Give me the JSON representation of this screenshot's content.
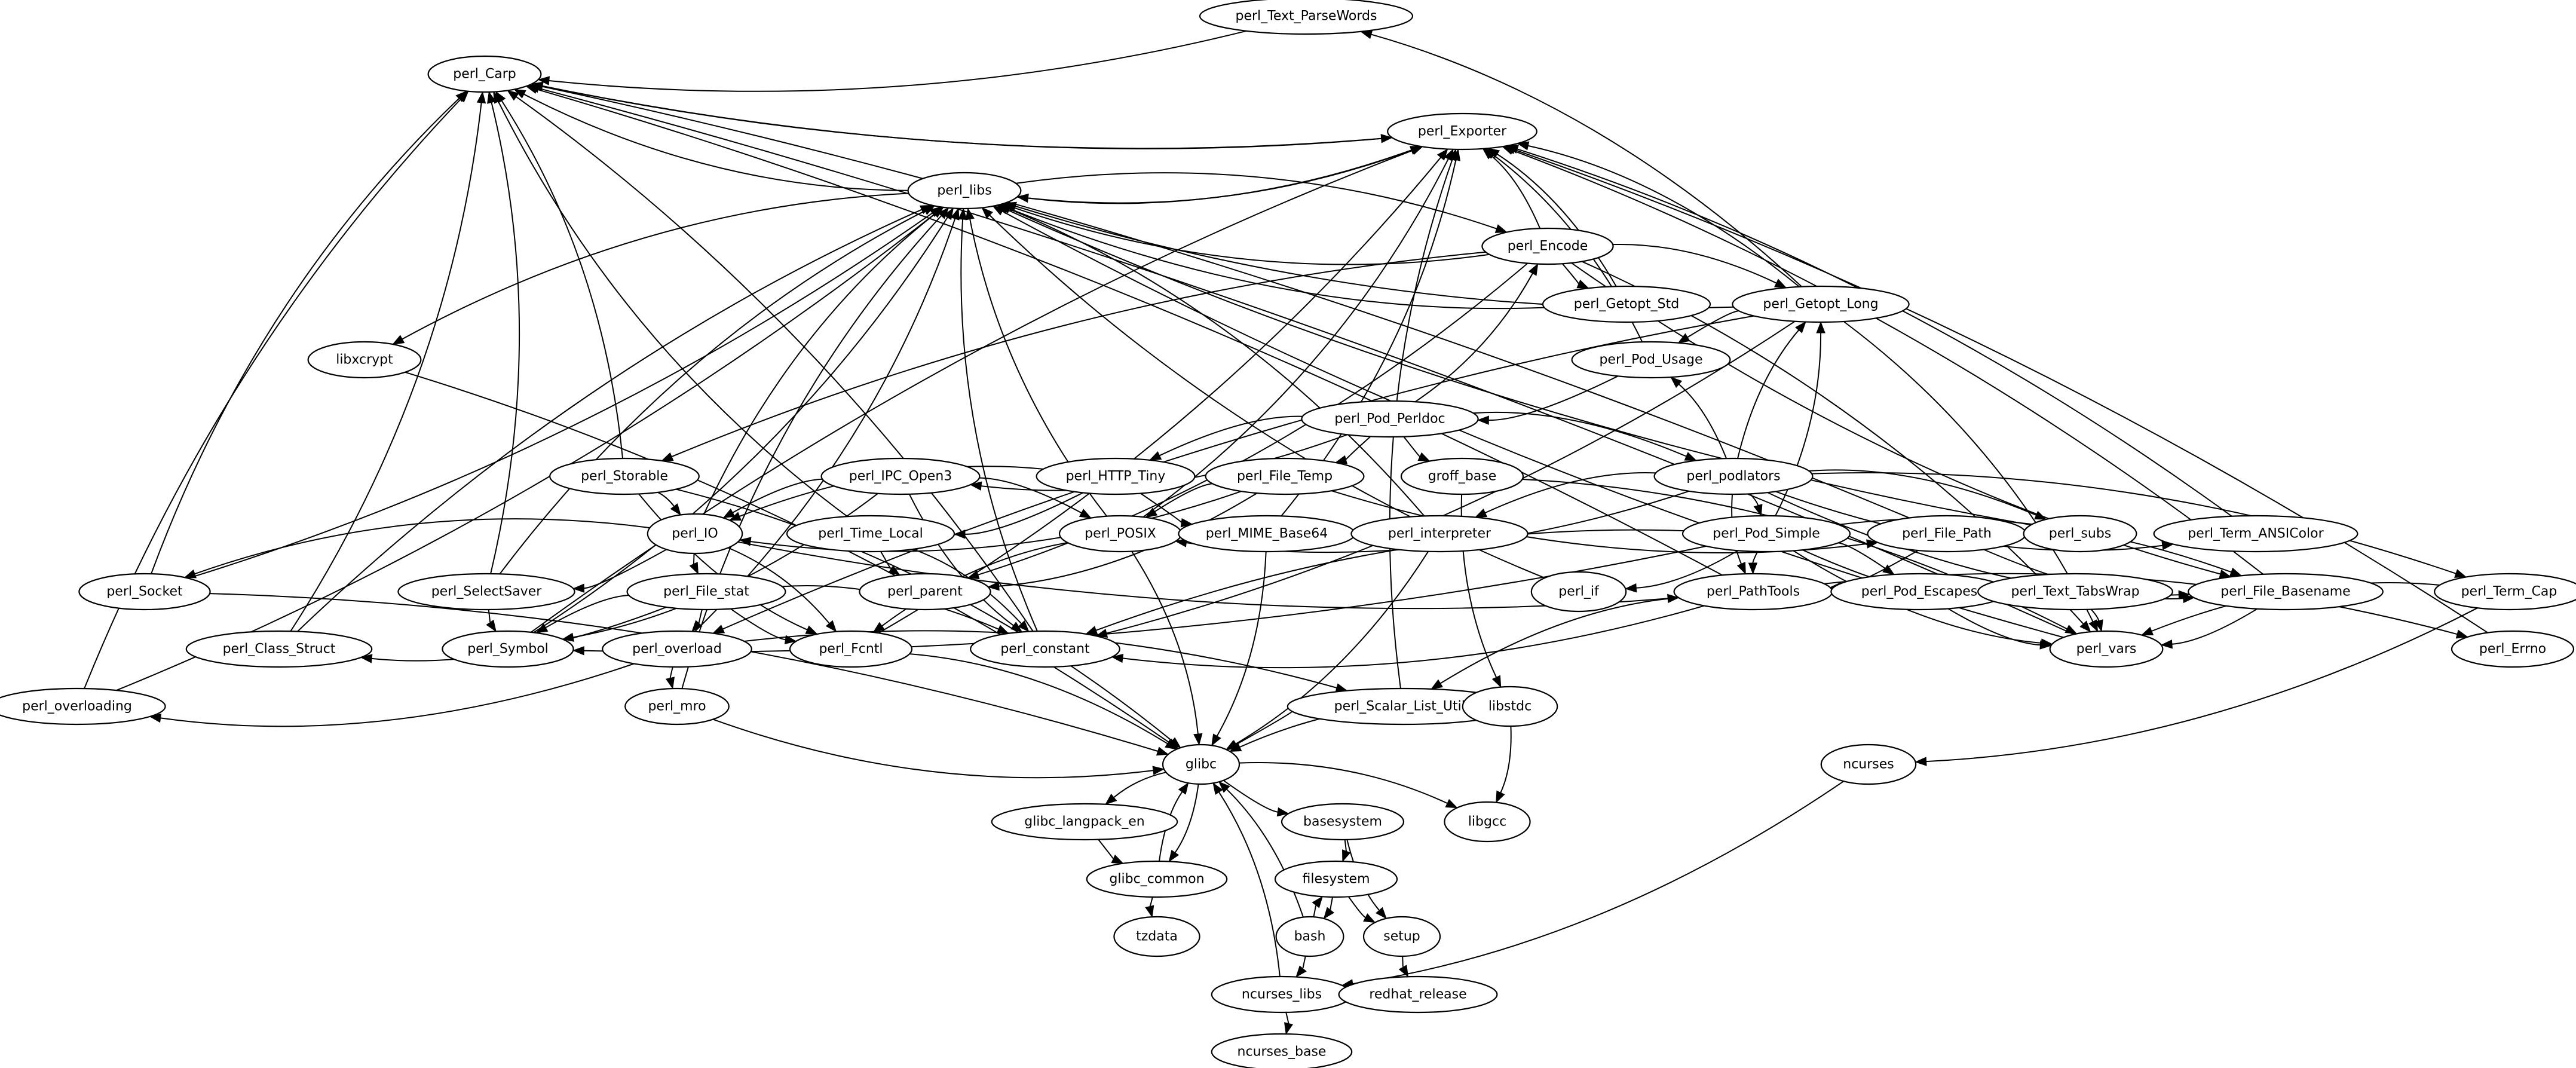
{
  "graph": {
    "title": "Package dependency graph",
    "nodes": [
      {
        "id": "perl_Text_ParseWords",
        "label": "perl_Text_ParseWords"
      },
      {
        "id": "perl_Carp",
        "label": "perl_Carp"
      },
      {
        "id": "perl_Exporter",
        "label": "perl_Exporter"
      },
      {
        "id": "perl_libs",
        "label": "perl_libs"
      },
      {
        "id": "perl_Encode",
        "label": "perl_Encode"
      },
      {
        "id": "perl_Getopt_Std",
        "label": "perl_Getopt_Std"
      },
      {
        "id": "perl_Getopt_Long",
        "label": "perl_Getopt_Long"
      },
      {
        "id": "libxcrypt",
        "label": "libxcrypt"
      },
      {
        "id": "perl_Pod_Usage",
        "label": "perl_Pod_Usage"
      },
      {
        "id": "perl_Pod_Perldoc",
        "label": "perl_Pod_Perldoc"
      },
      {
        "id": "perl_Storable",
        "label": "perl_Storable"
      },
      {
        "id": "perl_IPC_Open3",
        "label": "perl_IPC_Open3"
      },
      {
        "id": "perl_HTTP_Tiny",
        "label": "perl_HTTP_Tiny"
      },
      {
        "id": "perl_File_Temp",
        "label": "perl_File_Temp"
      },
      {
        "id": "groff_base",
        "label": "groff_base"
      },
      {
        "id": "perl_podlators",
        "label": "perl_podlators"
      },
      {
        "id": "perl_IO",
        "label": "perl_IO"
      },
      {
        "id": "perl_Time_Local",
        "label": "perl_Time_Local"
      },
      {
        "id": "perl_POSIX",
        "label": "perl_POSIX"
      },
      {
        "id": "perl_MIME_Base64",
        "label": "perl_MIME_Base64"
      },
      {
        "id": "perl_interpreter",
        "label": "perl_interpreter"
      },
      {
        "id": "perl_File_Path",
        "label": "perl_File_Path"
      },
      {
        "id": "perl_subs",
        "label": "perl_subs"
      },
      {
        "id": "perl_Term_ANSIColor",
        "label": "perl_Term_ANSIColor"
      },
      {
        "id": "perl_Socket",
        "label": "perl_Socket"
      },
      {
        "id": "perl_SelectSaver",
        "label": "perl_SelectSaver"
      },
      {
        "id": "perl_File_stat",
        "label": "perl_File_stat"
      },
      {
        "id": "perl_parent",
        "label": "perl_parent"
      },
      {
        "id": "perl_Pod_Simple",
        "label": "perl_Pod_Simple"
      },
      {
        "id": "perl_if",
        "label": "perl_if"
      },
      {
        "id": "perl_PathTools",
        "label": "perl_PathTools"
      },
      {
        "id": "perl_Pod_Escapes",
        "label": "perl_Pod_Escapes"
      },
      {
        "id": "perl_Text_TabsWrap",
        "label": "perl_Text_TabsWrap"
      },
      {
        "id": "perl_File_Basename",
        "label": "perl_File_Basename"
      },
      {
        "id": "perl_Term_Cap",
        "label": "perl_Term_Cap"
      },
      {
        "id": "perl_Class_Struct",
        "label": "perl_Class_Struct"
      },
      {
        "id": "perl_Symbol",
        "label": "perl_Symbol"
      },
      {
        "id": "perl_overload",
        "label": "perl_overload"
      },
      {
        "id": "perl_Fcntl",
        "label": "perl_Fcntl"
      },
      {
        "id": "perl_constant",
        "label": "perl_constant"
      },
      {
        "id": "perl_vars",
        "label": "perl_vars"
      },
      {
        "id": "perl_Errno",
        "label": "perl_Errno"
      },
      {
        "id": "perl_overloading",
        "label": "perl_overloading"
      },
      {
        "id": "perl_mro",
        "label": "perl_mro"
      },
      {
        "id": "perl_Scalar_List_Utils",
        "label": "perl_Scalar_List_Utils"
      },
      {
        "id": "libstdc",
        "label": "libstdc"
      },
      {
        "id": "glibc",
        "label": "glibc"
      },
      {
        "id": "ncurses",
        "label": "ncurses"
      },
      {
        "id": "glibc_langpack_en",
        "label": "glibc_langpack_en"
      },
      {
        "id": "basesystem",
        "label": "basesystem"
      },
      {
        "id": "libgcc",
        "label": "libgcc"
      },
      {
        "id": "glibc_common",
        "label": "glibc_common"
      },
      {
        "id": "filesystem",
        "label": "filesystem"
      },
      {
        "id": "tzdata",
        "label": "tzdata"
      },
      {
        "id": "bash",
        "label": "bash"
      },
      {
        "id": "setup",
        "label": "setup"
      },
      {
        "id": "ncurses_libs",
        "label": "ncurses_libs"
      },
      {
        "id": "redhat_release",
        "label": "redhat_release"
      },
      {
        "id": "ncurses_base",
        "label": "ncurses_base"
      }
    ],
    "edges": [
      [
        "perl_Text_ParseWords",
        "perl_Carp"
      ],
      [
        "perl_Getopt_Long",
        "perl_Text_ParseWords"
      ],
      [
        "perl_Exporter",
        "perl_Carp"
      ],
      [
        "perl_Carp",
        "perl_Exporter"
      ],
      [
        "perl_Exporter",
        "perl_libs"
      ],
      [
        "perl_libs",
        "perl_Exporter"
      ],
      [
        "perl_libs",
        "perl_Encode"
      ],
      [
        "perl_libs",
        "libxcrypt"
      ],
      [
        "perl_libs",
        "perl_Carp"
      ],
      [
        "perl_Encode",
        "perl_Exporter"
      ],
      [
        "perl_Encode",
        "perl_libs"
      ],
      [
        "perl_Encode",
        "perl_Getopt_Std"
      ],
      [
        "perl_Encode",
        "perl_Getopt_Long"
      ],
      [
        "perl_Encode",
        "perl_Storable"
      ],
      [
        "perl_Encode",
        "perl_parent"
      ],
      [
        "perl_Encode",
        "perl_File_Basename"
      ],
      [
        "perl_Encode",
        "perl_vars"
      ],
      [
        "perl_Getopt_Std",
        "perl_Exporter"
      ],
      [
        "perl_Getopt_Std",
        "perl_libs"
      ],
      [
        "perl_Getopt_Long",
        "perl_Exporter"
      ],
      [
        "perl_Getopt_Long",
        "perl_libs"
      ],
      [
        "perl_Getopt_Long",
        "perl_Pod_Usage"
      ],
      [
        "perl_Getopt_Long",
        "perl_constant"
      ],
      [
        "perl_Getopt_Long",
        "perl_overload"
      ],
      [
        "perl_Getopt_Long",
        "perl_vars"
      ],
      [
        "perl_Pod_Usage",
        "perl_Exporter"
      ],
      [
        "perl_Pod_Usage",
        "perl_Pod_Perldoc"
      ],
      [
        "perl_Pod_Perldoc",
        "perl_Encode"
      ],
      [
        "perl_Pod_Perldoc",
        "perl_IPC_Open3"
      ],
      [
        "perl_Pod_Perldoc",
        "perl_HTTP_Tiny"
      ],
      [
        "perl_Pod_Perldoc",
        "perl_File_Temp"
      ],
      [
        "perl_Pod_Perldoc",
        "groff_base"
      ],
      [
        "perl_Pod_Perldoc",
        "perl_podlators"
      ],
      [
        "perl_Storable",
        "perl_Carp"
      ],
      [
        "perl_Storable",
        "perl_IO"
      ],
      [
        "perl_Storable",
        "perl_Fcntl"
      ],
      [
        "perl_Storable",
        "glibc"
      ],
      [
        "perl_IPC_Open3",
        "perl_IO"
      ],
      [
        "perl_IPC_Open3",
        "perl_POSIX"
      ],
      [
        "perl_IPC_Open3",
        "perl_constant"
      ],
      [
        "perl_IPC_Open3",
        "perl_Symbol"
      ],
      [
        "perl_HTTP_Tiny",
        "perl_IO"
      ],
      [
        "perl_HTTP_Tiny",
        "perl_Time_Local"
      ],
      [
        "perl_HTTP_Tiny",
        "perl_MIME_Base64"
      ],
      [
        "perl_File_Temp",
        "perl_IO"
      ],
      [
        "perl_File_Temp",
        "perl_POSIX"
      ],
      [
        "perl_File_Temp",
        "perl_parent"
      ],
      [
        "perl_File_Temp",
        "perl_File_Path"
      ],
      [
        "perl_podlators",
        "perl_Getopt_Long"
      ],
      [
        "perl_podlators",
        "perl_Pod_Usage"
      ],
      [
        "perl_podlators",
        "perl_POSIX"
      ],
      [
        "perl_podlators",
        "perl_interpreter"
      ],
      [
        "perl_podlators",
        "perl_Pod_Simple"
      ],
      [
        "perl_podlators",
        "perl_PathTools"
      ],
      [
        "perl_podlators",
        "perl_subs"
      ],
      [
        "perl_podlators",
        "perl_Term_ANSIColor"
      ],
      [
        "perl_podlators",
        "perl_Term_Cap"
      ],
      [
        "perl_podlators",
        "perl_File_Basename"
      ],
      [
        "perl_IO",
        "perl_libs"
      ],
      [
        "perl_IO",
        "perl_Socket"
      ],
      [
        "perl_IO",
        "perl_SelectSaver"
      ],
      [
        "perl_IO",
        "perl_File_stat"
      ],
      [
        "perl_IO",
        "perl_Fcntl"
      ],
      [
        "perl_IO",
        "perl_PathTools"
      ],
      [
        "perl_Time_Local",
        "perl_Carp"
      ],
      [
        "perl_Time_Local",
        "perl_parent"
      ],
      [
        "perl_Time_Local",
        "perl_constant"
      ],
      [
        "perl_POSIX",
        "perl_Exporter"
      ],
      [
        "perl_POSIX",
        "perl_libs"
      ],
      [
        "perl_POSIX",
        "perl_Fcntl"
      ],
      [
        "perl_POSIX",
        "glibc"
      ],
      [
        "perl_MIME_Base64",
        "perl_Exporter"
      ],
      [
        "perl_MIME_Base64",
        "glibc"
      ],
      [
        "perl_interpreter",
        "perl_libs"
      ],
      [
        "perl_interpreter",
        "glibc"
      ],
      [
        "perl_File_Path",
        "perl_Carp"
      ],
      [
        "perl_File_Path",
        "perl_PathTools"
      ],
      [
        "perl_File_Path",
        "perl_File_Basename"
      ],
      [
        "perl_subs",
        "perl_libs"
      ],
      [
        "perl_Term_ANSIColor",
        "perl_Exporter"
      ],
      [
        "perl_Socket",
        "perl_Carp"
      ],
      [
        "perl_Socket",
        "perl_libs"
      ],
      [
        "perl_Socket",
        "glibc"
      ],
      [
        "perl_SelectSaver",
        "perl_Carp"
      ],
      [
        "perl_SelectSaver",
        "perl_libs"
      ],
      [
        "perl_SelectSaver",
        "perl_Symbol"
      ],
      [
        "perl_File_stat",
        "perl_Class_Struct"
      ],
      [
        "perl_File_stat",
        "perl_Symbol"
      ],
      [
        "perl_File_stat",
        "perl_overload"
      ],
      [
        "perl_File_stat",
        "perl_Fcntl"
      ],
      [
        "perl_File_stat",
        "perl_constant"
      ],
      [
        "perl_Pod_Simple",
        "perl_Getopt_Long"
      ],
      [
        "perl_Pod_Simple",
        "perl_if"
      ],
      [
        "perl_Pod_Simple",
        "perl_PathTools"
      ],
      [
        "perl_Pod_Simple",
        "perl_Pod_Escapes"
      ],
      [
        "perl_Pod_Simple",
        "perl_Text_TabsWrap"
      ],
      [
        "perl_Pod_Simple",
        "perl_File_Basename"
      ],
      [
        "perl_Pod_Simple",
        "perl_vars"
      ],
      [
        "perl_Pod_Simple",
        "perl_Symbol"
      ],
      [
        "perl_Pod_Simple",
        "perl_constant"
      ],
      [
        "perl_if",
        "perl_libs"
      ],
      [
        "perl_PathTools",
        "perl_Carp"
      ],
      [
        "perl_PathTools",
        "perl_constant"
      ],
      [
        "perl_PathTools",
        "perl_Scalar_List_Utils"
      ],
      [
        "perl_PathTools",
        "perl_Errno"
      ],
      [
        "perl_Pod_Escapes",
        "perl_vars"
      ],
      [
        "perl_Text_TabsWrap",
        "perl_vars"
      ],
      [
        "perl_File_Basename",
        "perl_Exporter"
      ],
      [
        "perl_File_Basename",
        "perl_vars"
      ],
      [
        "perl_Term_Cap",
        "perl_vars"
      ],
      [
        "perl_Term_Cap",
        "ncurses"
      ],
      [
        "perl_Class_Struct",
        "perl_Carp"
      ],
      [
        "perl_Class_Struct",
        "perl_libs"
      ],
      [
        "perl_Symbol",
        "perl_libs"
      ],
      [
        "perl_Symbol",
        "perl_Exporter"
      ],
      [
        "perl_overload",
        "perl_libs"
      ],
      [
        "perl_overload",
        "perl_overloading"
      ],
      [
        "perl_overload",
        "perl_mro"
      ],
      [
        "perl_overload",
        "perl_Scalar_List_Utils"
      ],
      [
        "perl_Fcntl",
        "perl_Exporter"
      ],
      [
        "perl_Fcntl",
        "glibc"
      ],
      [
        "perl_constant",
        "perl_Carp"
      ],
      [
        "perl_constant",
        "perl_libs"
      ],
      [
        "perl_vars",
        "perl_Carp"
      ],
      [
        "perl_vars",
        "perl_libs"
      ],
      [
        "perl_Errno",
        "perl_Exporter"
      ],
      [
        "perl_overloading",
        "perl_Carp"
      ],
      [
        "perl_overloading",
        "perl_libs"
      ],
      [
        "perl_mro",
        "perl_libs"
      ],
      [
        "perl_mro",
        "glibc"
      ],
      [
        "perl_Scalar_List_Utils",
        "perl_Exporter"
      ],
      [
        "perl_Scalar_List_Utils",
        "glibc"
      ],
      [
        "libxcrypt",
        "glibc"
      ],
      [
        "libstdc",
        "glibc"
      ],
      [
        "libstdc",
        "libgcc"
      ],
      [
        "groff_base",
        "libstdc"
      ],
      [
        "groff_base",
        "perl_vars"
      ],
      [
        "glibc",
        "glibc_langpack_en"
      ],
      [
        "glibc",
        "glibc_common"
      ],
      [
        "glibc",
        "basesystem"
      ],
      [
        "glibc",
        "libgcc"
      ],
      [
        "glibc_langpack_en",
        "glibc_common"
      ],
      [
        "glibc_common",
        "glibc"
      ],
      [
        "glibc_common",
        "tzdata"
      ],
      [
        "basesystem",
        "filesystem"
      ],
      [
        "basesystem",
        "setup"
      ],
      [
        "filesystem",
        "bash"
      ],
      [
        "filesystem",
        "setup"
      ],
      [
        "bash",
        "filesystem"
      ],
      [
        "bash",
        "glibc"
      ],
      [
        "bash",
        "ncurses_libs"
      ],
      [
        "setup",
        "redhat_release"
      ],
      [
        "ncurses",
        "ncurses_libs"
      ],
      [
        "ncurses_libs",
        "glibc"
      ],
      [
        "ncurses_libs",
        "ncurses_base"
      ]
    ]
  }
}
